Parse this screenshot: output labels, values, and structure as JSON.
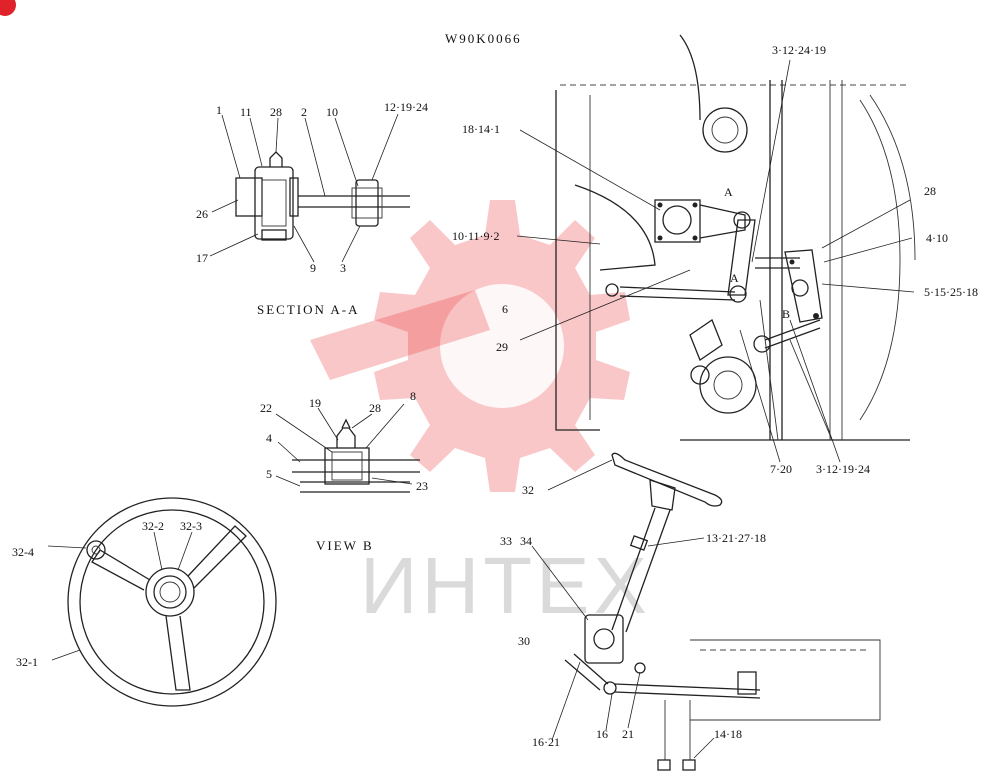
{
  "drawing_code": "W90K0066",
  "watermark_text": "ИНТЕХ",
  "watermark_color": "#e8353a",
  "captions": {
    "section": "SECTION A-A",
    "view": "VIEW B"
  },
  "section_labels": {
    "l1": "1",
    "l11": "11",
    "l28": "28",
    "l2": "2",
    "l10": "10",
    "l12_19_24": "12·19·24",
    "l26": "26",
    "l17": "17",
    "l9": "9",
    "l3": "3"
  },
  "view_labels": {
    "l22": "22",
    "l19": "19",
    "l28": "28",
    "l8": "8",
    "l4": "4",
    "l5": "5",
    "l23": "23"
  },
  "wheel_labels": {
    "l32_4": "32-4",
    "l32_2": "32-2",
    "l32_3": "32-3",
    "l32_1": "32-1"
  },
  "main_labels": {
    "l3_12_24_19": "3·12·24·19",
    "l18_14_1": "18·14·1",
    "lA_top": "A",
    "l10_11_9_2": "10·11·9·2",
    "lA_mid": "A",
    "l28": "28",
    "l4_10": "4·10",
    "l5_15_25_18": "5·15·25·18",
    "l6": "6",
    "lB": "B",
    "l29": "29",
    "l7_20": "7·20",
    "l3_12_19_24": "3·12·19·24"
  },
  "column_labels": {
    "l32": "32",
    "l33": "33",
    "l34": "34",
    "l13_21_27_18": "13·21·27·18",
    "l30": "30",
    "l16_21": "16·21",
    "l16": "16",
    "l21": "21",
    "l14_18": "14·18"
  }
}
